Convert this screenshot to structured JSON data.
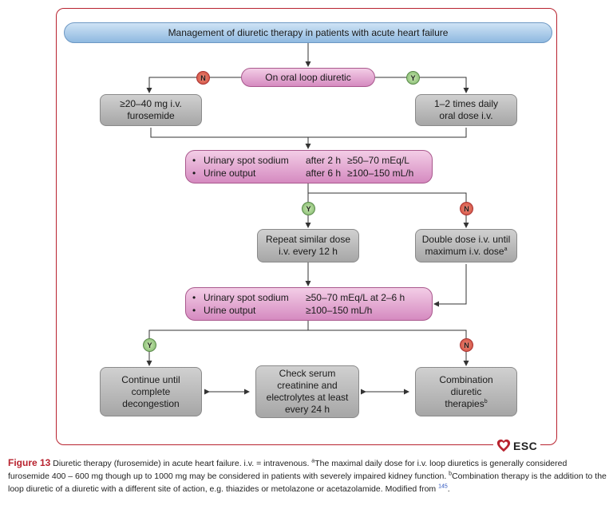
{
  "title": "Management of diuretic therapy in patients with acute heart failure",
  "oral_question": "On oral loop diuretic",
  "badges": {
    "no": "N",
    "yes": "Y"
  },
  "no_oral": {
    "line1": "≥20–40 mg i.v.",
    "line2": "furosemide"
  },
  "yes_oral": {
    "line1": "1–2 times daily",
    "line2": "oral dose i.v."
  },
  "check1": {
    "bullet": "•",
    "rows": [
      {
        "label": "Urinary spot sodium",
        "time": "after 2 h",
        "value": "≥50–70 mEq/L"
      },
      {
        "label": "Urine output",
        "time": "after 6 h",
        "value": "≥100–150 mL/h"
      }
    ]
  },
  "repeat": {
    "line1": "Repeat similar dose",
    "line2": "i.v. every 12 h"
  },
  "double": {
    "line1": "Double dose i.v. until",
    "line2": "maximum i.v. dose",
    "sup": "a"
  },
  "check2": {
    "bullet": "•",
    "rows": [
      {
        "label": "Urinary spot sodium",
        "value": "≥50–70 mEq/L at 2–6 h"
      },
      {
        "label": "Urine output",
        "value": "≥100–150 mL/h"
      }
    ]
  },
  "continue": {
    "line1": "Continue until",
    "line2": "complete",
    "line3": "decongestion"
  },
  "serum": {
    "line1": "Check serum",
    "line2": "creatinine and",
    "line3": "electrolytes at least",
    "line4": "every 24 h"
  },
  "combination": {
    "line1": "Combination",
    "line2": "diuretic",
    "line3": "therapies",
    "sup": "b"
  },
  "esc_label": "ESC",
  "caption": {
    "figure_label": "Figure 13",
    "text1": " Diuretic therapy (furosemide) in acute heart failure. i.v. = intravenous. ",
    "sup_a": "a",
    "text2": "The maximal daily dose for i.v. loop diuretics is generally considered furosemide 400 – 600 mg though up to 1000 mg may be considered in patients with severely impaired kidney function. ",
    "sup_b": "b",
    "text3": "Combination therapy is the addition to the loop diuretic of a diuretic with a different site of action, e.g. thiazides or metolazone or acetazolamide. Modified from ",
    "ref": "145",
    "text4": "."
  },
  "colors": {
    "frame": "#b8232f",
    "pink": "#d58ac0",
    "blue": "#8fb9e0",
    "gray": "#a6a6a6"
  }
}
